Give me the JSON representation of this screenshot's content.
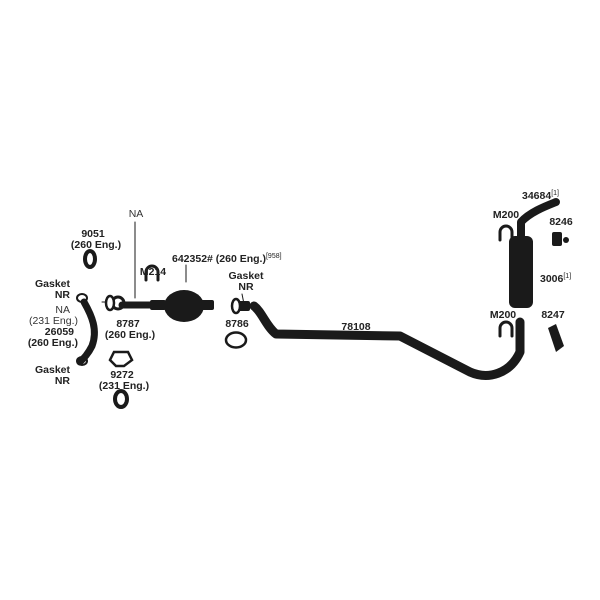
{
  "labels": {
    "l9051": "9051",
    "l260a": "(260 Eng.)",
    "lNA": "NA",
    "lM214": "M214",
    "l642352": "642352# (260 Eng.)",
    "l642352_sup": "[958]",
    "lGasketA": "Gasket",
    "lNRa": "NR",
    "lGasketB": "Gasket",
    "lNRb": "NR",
    "lNA2": "NA",
    "l231a": "(231 Eng.)",
    "l26059": "26059",
    "l260b": "(260 Eng.)",
    "l8787": "8787",
    "l260c": "(260 Eng.)",
    "lGasketC": "Gasket",
    "lNRc": "NR",
    "l9272": "9272",
    "l231b": "(231 Eng.)",
    "l8786": "8786",
    "l78108": "78108",
    "l34684": "34684",
    "l34684_sup": "[1]",
    "lM200a": "M200",
    "l8246": "8246",
    "l3006": "3006",
    "l3006_sup": "[1]",
    "lM200b": "M200",
    "l8247": "8247"
  },
  "colors": {
    "ink": "#1a1a1a",
    "text": "#222222"
  }
}
